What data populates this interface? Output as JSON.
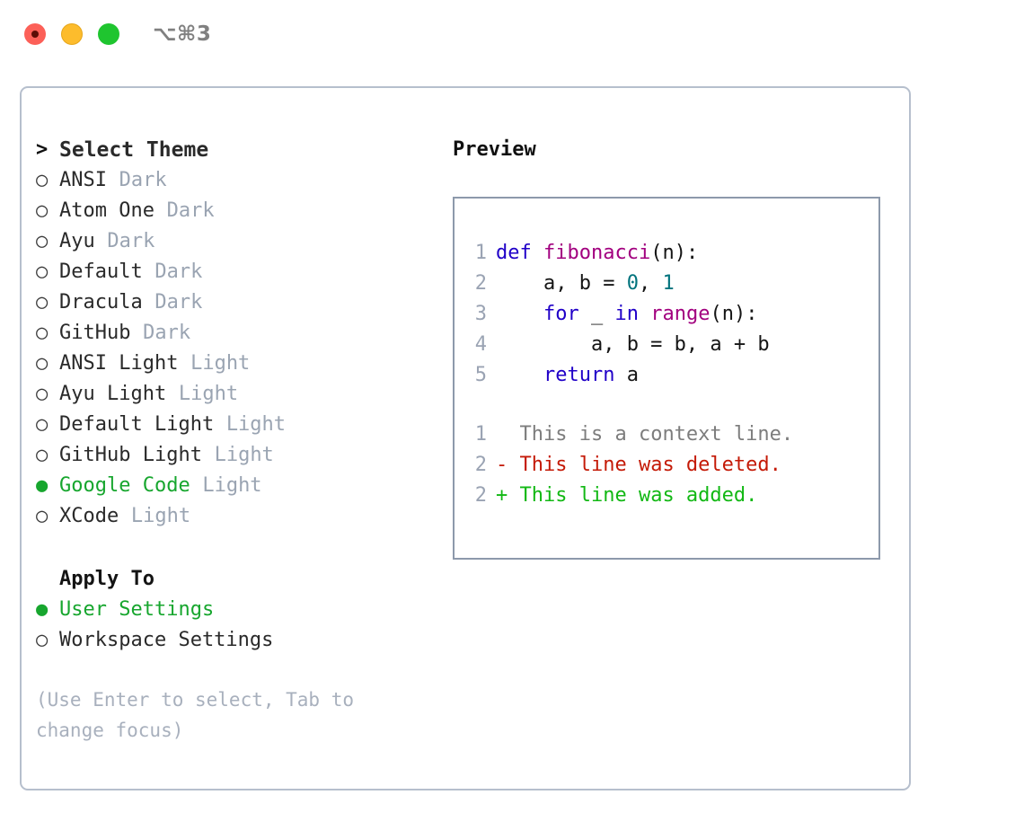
{
  "window": {
    "shortcut": "⌥⌘3",
    "traffic_lights": [
      {
        "name": "close",
        "color": "#fc6058"
      },
      {
        "name": "minimize",
        "color": "#fdbc2c"
      },
      {
        "name": "maximize",
        "color": "#1fc52f"
      }
    ]
  },
  "colors": {
    "selected_green": "#17a62e",
    "variant_gray": "#9aa4b2",
    "hint_gray": "#a8b0bd",
    "panel_border": "#b6bfcd",
    "code_border": "#8d99ab",
    "keyword": "#2000c8",
    "function": "#a2007f",
    "number": "#00737d",
    "diff_add": "#12b814",
    "diff_del": "#c41a07",
    "diff_ctx": "#7d7d7d",
    "lineno": "#9aa3b3"
  },
  "theme_list": {
    "header": {
      "marker": ">",
      "label": "Select Theme"
    },
    "items": [
      {
        "marker": "○",
        "label": "ANSI",
        "variant": "Dark",
        "selected": false
      },
      {
        "marker": "○",
        "label": "Atom One",
        "variant": "Dark",
        "selected": false
      },
      {
        "marker": "○",
        "label": "Ayu",
        "variant": "Dark",
        "selected": false
      },
      {
        "marker": "○",
        "label": "Default",
        "variant": "Dark",
        "selected": false
      },
      {
        "marker": "○",
        "label": "Dracula",
        "variant": "Dark",
        "selected": false
      },
      {
        "marker": "○",
        "label": "GitHub",
        "variant": "Dark",
        "selected": false
      },
      {
        "marker": "○",
        "label": "ANSI Light",
        "variant": "Light",
        "selected": false
      },
      {
        "marker": "○",
        "label": "Ayu Light",
        "variant": "Light",
        "selected": false
      },
      {
        "marker": "○",
        "label": "Default Light",
        "variant": "Light",
        "selected": false
      },
      {
        "marker": "○",
        "label": "GitHub Light",
        "variant": "Light",
        "selected": false
      },
      {
        "marker": "●",
        "label": "Google Code",
        "variant": "Light",
        "selected": true
      },
      {
        "marker": "○",
        "label": "XCode",
        "variant": "Light",
        "selected": false
      }
    ]
  },
  "apply_to": {
    "header": "Apply To",
    "items": [
      {
        "marker": "●",
        "label": "User Settings",
        "selected": true
      },
      {
        "marker": "○",
        "label": "Workspace Settings",
        "selected": false
      }
    ]
  },
  "hint": "(Use Enter to select, Tab to change focus)",
  "preview": {
    "title": "Preview",
    "code_lines": [
      {
        "no": "1",
        "tokens": [
          {
            "t": "def ",
            "c": "kw"
          },
          {
            "t": "fibonacci",
            "c": "fn"
          },
          {
            "t": "(n):",
            "c": "plain"
          }
        ]
      },
      {
        "no": "2",
        "tokens": [
          {
            "t": "    a, b = ",
            "c": "plain"
          },
          {
            "t": "0",
            "c": "num"
          },
          {
            "t": ", ",
            "c": "plain"
          },
          {
            "t": "1",
            "c": "num"
          }
        ]
      },
      {
        "no": "3",
        "tokens": [
          {
            "t": "    ",
            "c": "plain"
          },
          {
            "t": "for",
            "c": "kw"
          },
          {
            "t": " _ ",
            "c": "plain"
          },
          {
            "t": "in",
            "c": "kw"
          },
          {
            "t": " ",
            "c": "plain"
          },
          {
            "t": "range",
            "c": "fn"
          },
          {
            "t": "(n):",
            "c": "plain"
          }
        ]
      },
      {
        "no": "4",
        "tokens": [
          {
            "t": "        a, b = b, a + b",
            "c": "plain"
          }
        ]
      },
      {
        "no": "5",
        "tokens": [
          {
            "t": "    ",
            "c": "plain"
          },
          {
            "t": "return",
            "c": "kw"
          },
          {
            "t": " a",
            "c": "plain"
          }
        ]
      }
    ],
    "diff_lines": [
      {
        "no": "1",
        "sign": " ",
        "text": "This is a context line.",
        "kind": "ctx"
      },
      {
        "no": "2",
        "sign": "-",
        "text": "This line was deleted.",
        "kind": "del"
      },
      {
        "no": "2",
        "sign": "+",
        "text": "This line was added.",
        "kind": "add"
      }
    ]
  }
}
